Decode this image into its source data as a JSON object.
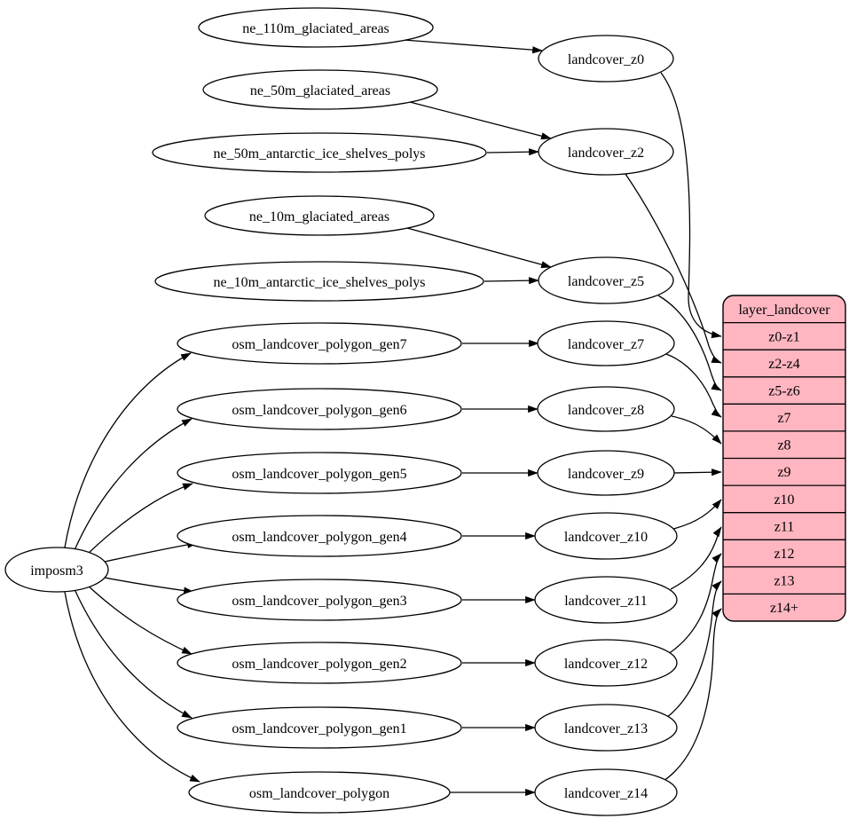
{
  "colors": {
    "table_fill": "#ffb6c1",
    "node_fill": "#ffffff",
    "stroke": "#000000"
  },
  "nodes": [
    {
      "id": "ne_110m_glaciated_areas",
      "label": "ne_110m_glaciated_areas"
    },
    {
      "id": "ne_50m_glaciated_areas",
      "label": "ne_50m_glaciated_areas"
    },
    {
      "id": "ne_50m_antarctic_ice_shelves_polys",
      "label": "ne_50m_antarctic_ice_shelves_polys"
    },
    {
      "id": "ne_10m_glaciated_areas",
      "label": "ne_10m_glaciated_areas"
    },
    {
      "id": "ne_10m_antarctic_ice_shelves_polys",
      "label": "ne_10m_antarctic_ice_shelves_polys"
    },
    {
      "id": "osm_landcover_polygon_gen7",
      "label": "osm_landcover_polygon_gen7"
    },
    {
      "id": "osm_landcover_polygon_gen6",
      "label": "osm_landcover_polygon_gen6"
    },
    {
      "id": "osm_landcover_polygon_gen5",
      "label": "osm_landcover_polygon_gen5"
    },
    {
      "id": "osm_landcover_polygon_gen4",
      "label": "osm_landcover_polygon_gen4"
    },
    {
      "id": "osm_landcover_polygon_gen3",
      "label": "osm_landcover_polygon_gen3"
    },
    {
      "id": "osm_landcover_polygon_gen2",
      "label": "osm_landcover_polygon_gen2"
    },
    {
      "id": "osm_landcover_polygon_gen1",
      "label": "osm_landcover_polygon_gen1"
    },
    {
      "id": "osm_landcover_polygon",
      "label": "osm_landcover_polygon"
    },
    {
      "id": "imposm3",
      "label": "imposm3"
    },
    {
      "id": "landcover_z0",
      "label": "landcover_z0"
    },
    {
      "id": "landcover_z2",
      "label": "landcover_z2"
    },
    {
      "id": "landcover_z5",
      "label": "landcover_z5"
    },
    {
      "id": "landcover_z7",
      "label": "landcover_z7"
    },
    {
      "id": "landcover_z8",
      "label": "landcover_z8"
    },
    {
      "id": "landcover_z9",
      "label": "landcover_z9"
    },
    {
      "id": "landcover_z10",
      "label": "landcover_z10"
    },
    {
      "id": "landcover_z11",
      "label": "landcover_z11"
    },
    {
      "id": "landcover_z12",
      "label": "landcover_z12"
    },
    {
      "id": "landcover_z13",
      "label": "landcover_z13"
    },
    {
      "id": "landcover_z14",
      "label": "landcover_z14"
    }
  ],
  "table": {
    "header": "layer_landcover",
    "rows": [
      "z0-z1",
      "z2-z4",
      "z5-z6",
      "z7",
      "z8",
      "z9",
      "z10",
      "z11",
      "z12",
      "z13",
      "z14+"
    ]
  },
  "edges": [
    {
      "from": "ne_110m_glaciated_areas",
      "to": "landcover_z0"
    },
    {
      "from": "ne_50m_glaciated_areas",
      "to": "landcover_z2"
    },
    {
      "from": "ne_50m_antarctic_ice_shelves_polys",
      "to": "landcover_z2"
    },
    {
      "from": "ne_10m_glaciated_areas",
      "to": "landcover_z5"
    },
    {
      "from": "ne_10m_antarctic_ice_shelves_polys",
      "to": "landcover_z5"
    },
    {
      "from": "osm_landcover_polygon_gen7",
      "to": "landcover_z7"
    },
    {
      "from": "osm_landcover_polygon_gen6",
      "to": "landcover_z8"
    },
    {
      "from": "osm_landcover_polygon_gen5",
      "to": "landcover_z9"
    },
    {
      "from": "osm_landcover_polygon_gen4",
      "to": "landcover_z10"
    },
    {
      "from": "osm_landcover_polygon_gen3",
      "to": "landcover_z11"
    },
    {
      "from": "osm_landcover_polygon_gen2",
      "to": "landcover_z12"
    },
    {
      "from": "osm_landcover_polygon_gen1",
      "to": "landcover_z13"
    },
    {
      "from": "osm_landcover_polygon",
      "to": "landcover_z14"
    },
    {
      "from": "imposm3",
      "to": "osm_landcover_polygon_gen7"
    },
    {
      "from": "imposm3",
      "to": "osm_landcover_polygon_gen6"
    },
    {
      "from": "imposm3",
      "to": "osm_landcover_polygon_gen5"
    },
    {
      "from": "imposm3",
      "to": "osm_landcover_polygon_gen4"
    },
    {
      "from": "imposm3",
      "to": "osm_landcover_polygon_gen3"
    },
    {
      "from": "imposm3",
      "to": "osm_landcover_polygon_gen2"
    },
    {
      "from": "imposm3",
      "to": "osm_landcover_polygon_gen1"
    },
    {
      "from": "imposm3",
      "to": "osm_landcover_polygon"
    },
    {
      "from": "landcover_z0",
      "to": "layer_landcover",
      "row": "z0-z1"
    },
    {
      "from": "landcover_z2",
      "to": "layer_landcover",
      "row": "z2-z4"
    },
    {
      "from": "landcover_z5",
      "to": "layer_landcover",
      "row": "z5-z6"
    },
    {
      "from": "landcover_z7",
      "to": "layer_landcover",
      "row": "z7"
    },
    {
      "from": "landcover_z8",
      "to": "layer_landcover",
      "row": "z8"
    },
    {
      "from": "landcover_z9",
      "to": "layer_landcover",
      "row": "z9"
    },
    {
      "from": "landcover_z10",
      "to": "layer_landcover",
      "row": "z10"
    },
    {
      "from": "landcover_z11",
      "to": "layer_landcover",
      "row": "z11"
    },
    {
      "from": "landcover_z12",
      "to": "layer_landcover",
      "row": "z12"
    },
    {
      "from": "landcover_z13",
      "to": "layer_landcover",
      "row": "z13"
    },
    {
      "from": "landcover_z14",
      "to": "layer_landcover",
      "row": "z14+"
    }
  ]
}
